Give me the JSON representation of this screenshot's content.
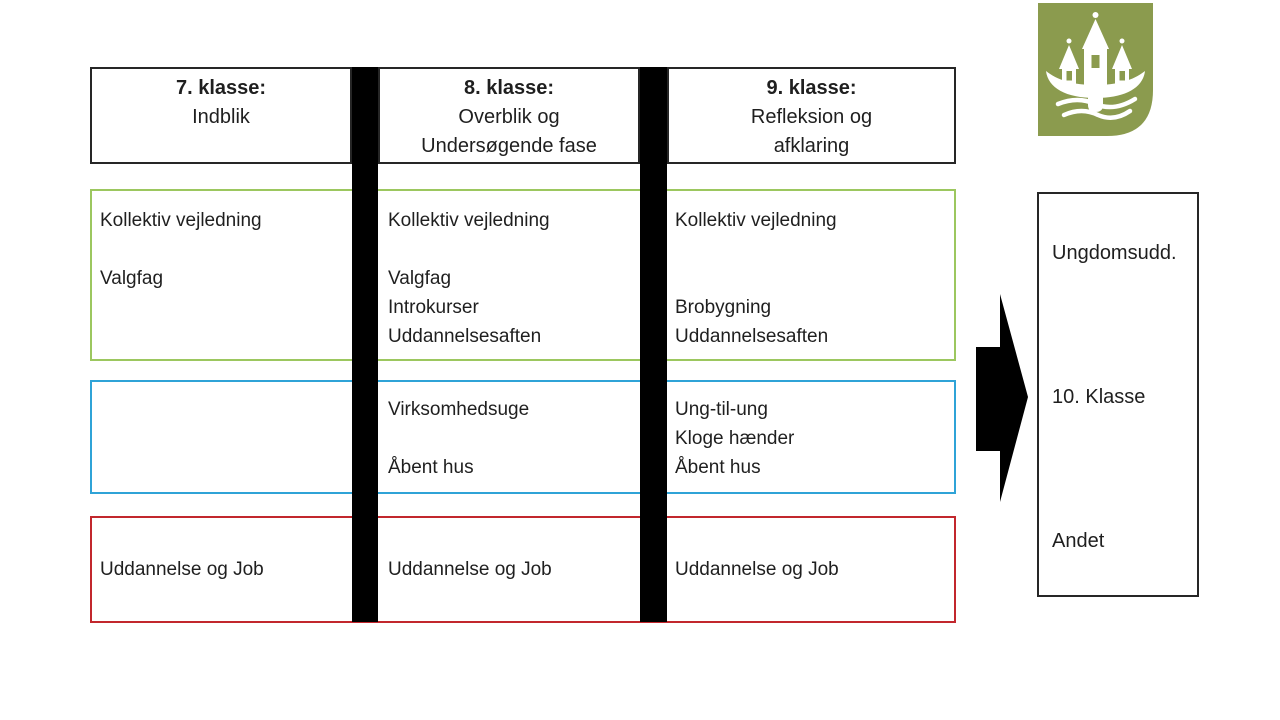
{
  "slide": {
    "background_color": "#FFFFFF",
    "text_color": "#1F1F1F"
  },
  "logo": {
    "icon": "castle-on-boat-emblem",
    "background_color": "#8B9B4E",
    "emblem_color": "#FFFFFF"
  },
  "headers": [
    {
      "title": "7. klasse:",
      "subtitle": "Indblik"
    },
    {
      "title": "8. klasse:",
      "subtitle": "Overblik og\nUndersøgende fase"
    },
    {
      "title": "9. klasse:",
      "subtitle": "Refleksion og\nafklaring"
    }
  ],
  "rows": [
    {
      "name": "kollektiv-vejledning-row",
      "border_color": "#9CC75F",
      "columns": [
        {
          "text": "Kollektiv vejledning\n\nValgfag"
        },
        {
          "text": "Kollektiv vejledning\n\nValgfag\nIntrokurser\nUddannelsesaften"
        },
        {
          "text": "Kollektiv vejledning\n\n\nBrobygning\nUddannelsesaften"
        }
      ]
    },
    {
      "name": "aktiviteter-row",
      "border_color": "#2FA3D7",
      "columns": [
        {
          "text": ""
        },
        {
          "text": "Virksomhedsuge\n\nÅbent hus"
        },
        {
          "text": "Ung-til-ung\nKloge hænder\nÅbent hus"
        }
      ]
    },
    {
      "name": "uddannelse-og-job-row",
      "border_color": "#C2272D",
      "columns": [
        {
          "text": "Uddannelse og Job"
        },
        {
          "text": "Uddannelse og Job"
        },
        {
          "text": "Uddannelse og Job"
        }
      ]
    }
  ],
  "divider": {
    "color": "#000000"
  },
  "arrow": {
    "color": "#000000",
    "direction": "right"
  },
  "outcome": {
    "items": [
      "Ungdomsudd.",
      "10. Klasse",
      "Andet"
    ]
  }
}
